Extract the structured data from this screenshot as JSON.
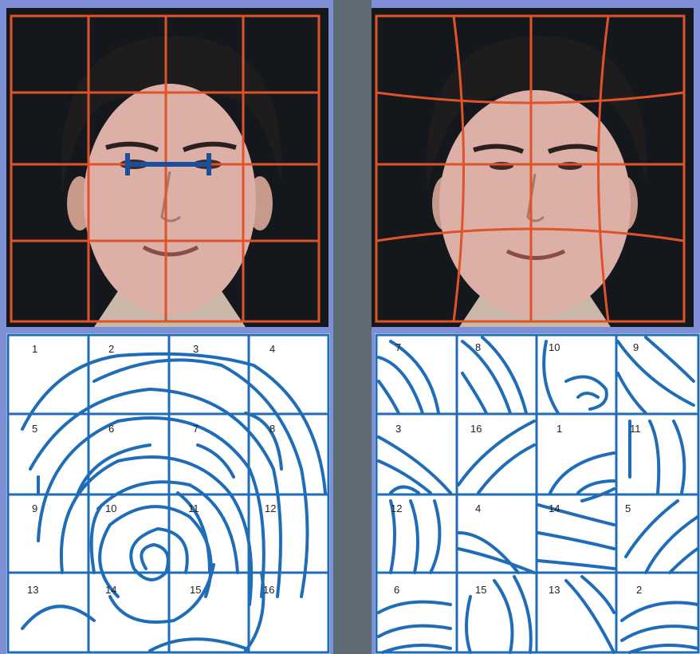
{
  "colors": {
    "background": "#7f8fd6",
    "divider": "#5e6b73",
    "grid_face": "#e0522a",
    "eye_marker": "#1a4fa0",
    "fingerprint_line": "#1f6db8",
    "face_backdrop": "#14181c"
  },
  "panels": {
    "face_original": {
      "icon": "face-photo-with-grid"
    },
    "face_warped": {
      "icon": "face-photo-with-warped-grid"
    },
    "fingerprint_original": {
      "cell_numbers": [
        "1",
        "2",
        "3",
        "4",
        "5",
        "6",
        "7",
        "8",
        "9",
        "10",
        "11",
        "12",
        "13",
        "14",
        "15",
        "16"
      ]
    },
    "fingerprint_scrambled": {
      "cell_numbers": [
        "7",
        "8",
        "10",
        "9",
        "3",
        "16",
        "1",
        "11",
        "12",
        "4",
        "14",
        "5",
        "6",
        "15",
        "13",
        "2"
      ]
    }
  }
}
